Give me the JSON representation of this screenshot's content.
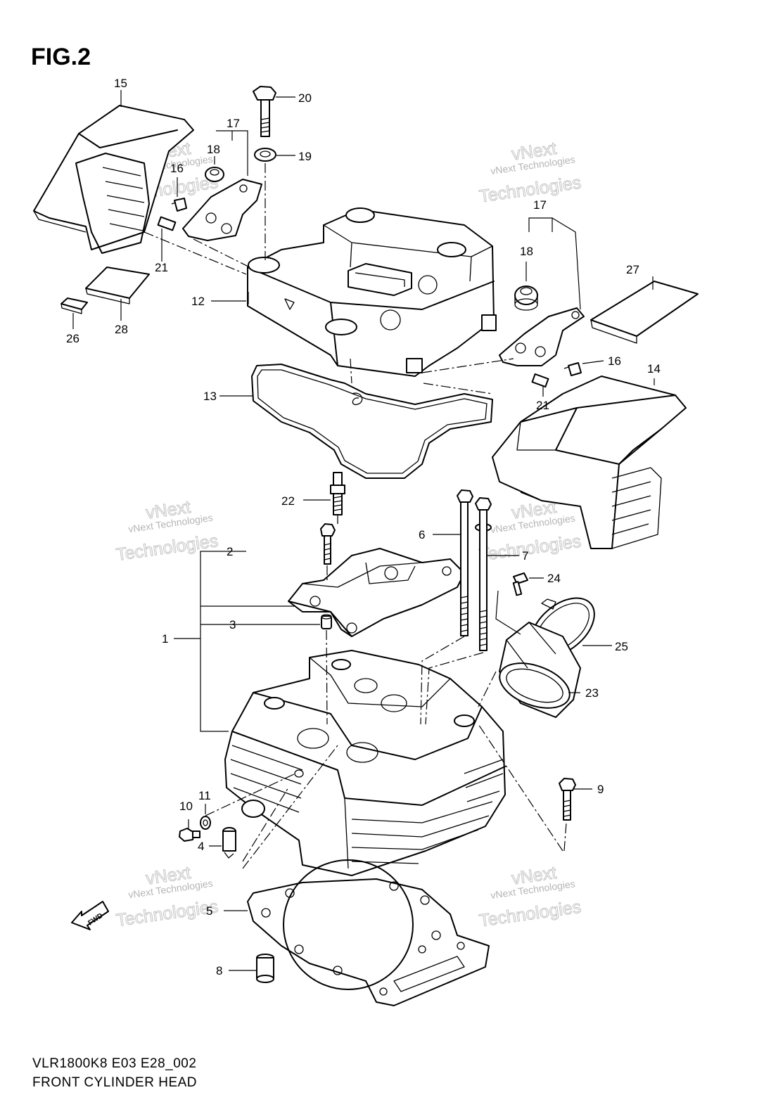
{
  "figure": {
    "title": "FIG.2"
  },
  "callouts": {
    "c1": "1",
    "c2": "2",
    "c3": "3",
    "c4": "4",
    "c5": "5",
    "c6": "6",
    "c7": "7",
    "c8": "8",
    "c9": "9",
    "c10": "10",
    "c11": "11",
    "c12": "12",
    "c13": "13",
    "c14": "14",
    "c15": "15",
    "c16": "16",
    "c17": "17",
    "c18": "18",
    "c19": "19",
    "c20": "20",
    "c21": "21",
    "c22": "22",
    "c23": "23",
    "c24": "24",
    "c25": "25",
    "c26": "26",
    "c27": "27",
    "c28": "28"
  },
  "watermark": {
    "line1": "vNext",
    "line2": "vNext Technologies",
    "line3": "Technologies"
  },
  "fwd_marker": "FWD",
  "footer": {
    "model_code": "VLR1800K8 E03 E28_002",
    "part_name": "FRONT CYLINDER HEAD"
  }
}
